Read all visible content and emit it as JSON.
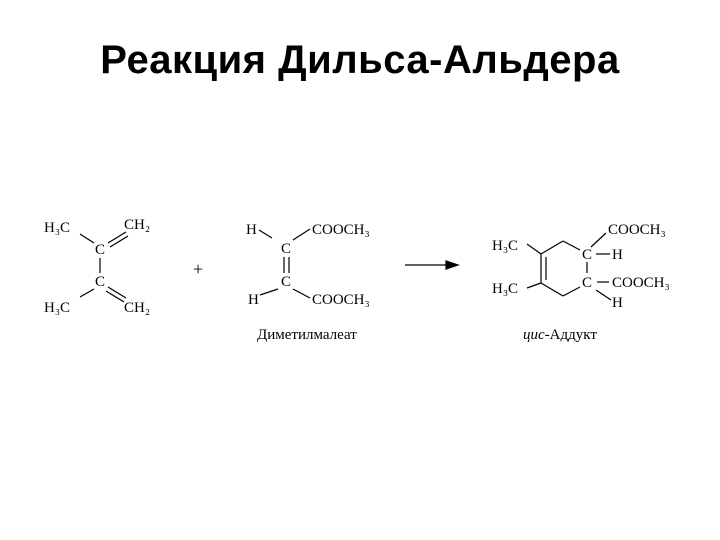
{
  "slide": {
    "title": "Реакция Дильса-Альдера"
  },
  "reaction": {
    "plus_sign": "+",
    "diene": {
      "h3c_top": "H₃C",
      "ch2_top": "CH₂",
      "c_upper": "C",
      "c_lower": "C",
      "h3c_bottom": "H₃C",
      "ch2_bottom": "CH₂"
    },
    "dienophile": {
      "h_top": "H",
      "cooch3_top": "COOCH₃",
      "c_upper": "C",
      "c_lower": "C",
      "h_bottom": "H",
      "cooch3_bottom": "COOCH₃",
      "caption": "Диметилмалеат"
    },
    "product": {
      "cooch3_top": "COOCH₃",
      "h3c_top": "H₃C",
      "c_upper": "C",
      "h_upper": "H",
      "h3c_bottom": "H₃C",
      "c_lower": "C",
      "cooch3_right": "COOCH₃",
      "h_lower": "H",
      "caption_italic": "цис",
      "caption_rest": "-Аддукт"
    }
  }
}
